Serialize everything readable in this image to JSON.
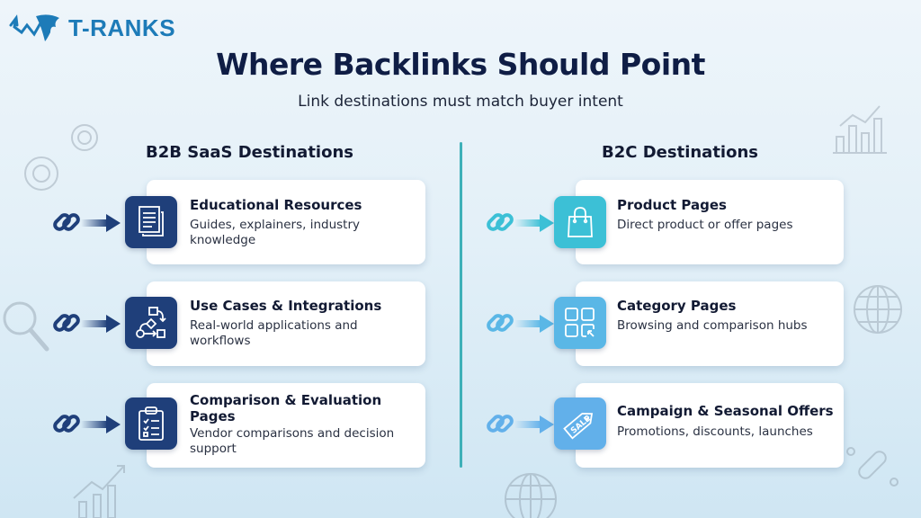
{
  "brand": {
    "logo_text": "T-RANKS",
    "color": "#1d7bb8"
  },
  "header": {
    "title": "Where Backlinks Should Point",
    "subtitle": "Link destinations must match buyer intent"
  },
  "columns": [
    {
      "heading": "B2B SaaS Destinations",
      "accent": "#1f3f7a",
      "items": [
        {
          "icon": "document-stack-icon",
          "title": "Educational Resources",
          "description": "Guides, explainers, industry knowledge"
        },
        {
          "icon": "workflow-icon",
          "title": "Use Cases & Integrations",
          "description": "Real-world applications and workflows"
        },
        {
          "icon": "clipboard-checklist-icon",
          "title": "Comparison & Evaluation Pages",
          "description": "Vendor comparisons and decision support"
        }
      ]
    },
    {
      "heading": "B2C Destinations",
      "accents": [
        "#3cc0d6",
        "#5ab7e6",
        "#62b0ea"
      ],
      "items": [
        {
          "icon": "shopping-bag-icon",
          "title": "Product Pages",
          "description": "Direct product or offer pages"
        },
        {
          "icon": "category-grid-icon",
          "title": "Category Pages",
          "description": "Browsing and comparison hubs"
        },
        {
          "icon": "sale-tag-icon",
          "title": "Campaign & Seasonal Offers",
          "description": "Promotions, discounts, launches"
        }
      ]
    }
  ],
  "colors": {
    "divider": "#3eb0b8",
    "title": "#0f1d45"
  }
}
